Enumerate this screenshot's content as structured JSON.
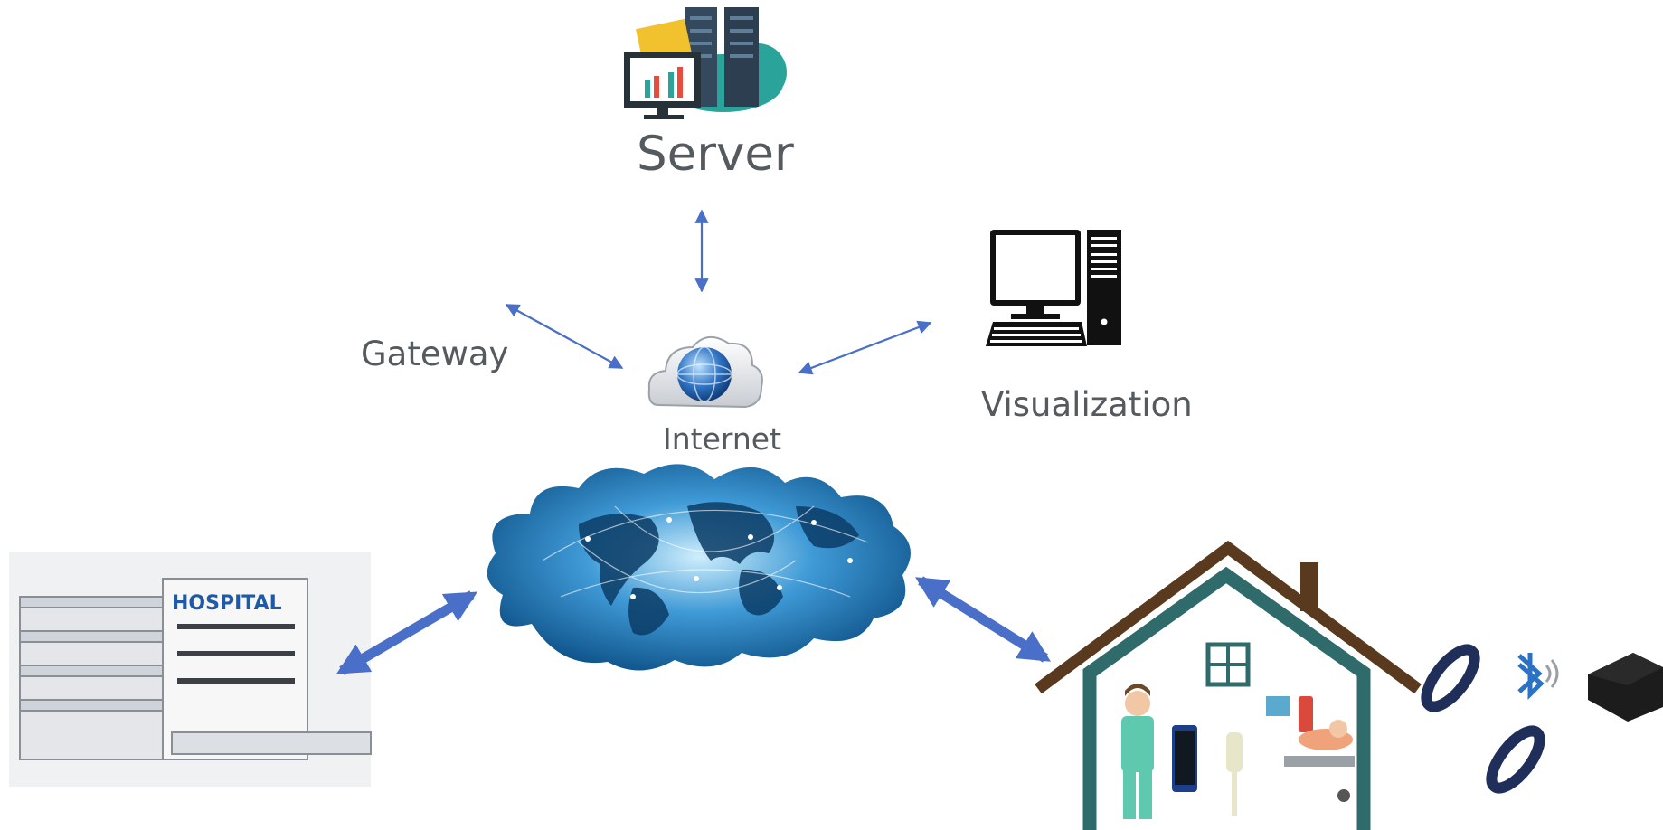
{
  "labels": {
    "server": "Server",
    "gateway": "Gateway",
    "visualization": "Visualization",
    "internet": "Internet",
    "hospital_sign": "HOSPITAL"
  },
  "icons": {
    "server": "server-cloud-icon",
    "visualization": "desktop-computer-icon",
    "internet": "internet-cloud-globe-icon",
    "world": "world-network-cloud",
    "hospital": "hospital-building",
    "home": "home-care-house",
    "wearable": "fitness-band-icon",
    "bluetooth": "bluetooth-icon",
    "gateway_device": "gateway-box-icon"
  },
  "colors": {
    "arrow": "#4a6fc9",
    "label_text": "#555a5f",
    "roof": "#5a3a1e",
    "house_wall": "#2f6b6b",
    "globe_blue": "#1e72b4"
  }
}
